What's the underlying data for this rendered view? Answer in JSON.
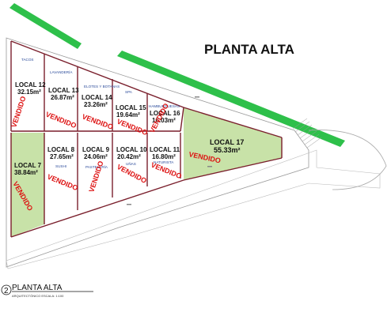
{
  "title": "PLANTA ALTA",
  "sold_label": "VENDIDO",
  "footer": {
    "number": "2",
    "title": "PLANTA ALTA",
    "subtitle": "ARQUITECTÓNICO   ESCALA: 1:100"
  },
  "colors": {
    "green_strip": "#2ec04a",
    "sold_fill": "#c8e2a8",
    "wall": "#7a1f2c",
    "sold_text": "#dd1111"
  },
  "units": [
    {
      "id": "local-12",
      "name": "LOCAL 12",
      "area": "32.15m²",
      "use": "TACOS",
      "sold": true
    },
    {
      "id": "local-13",
      "name": "LOCAL 13",
      "area": "26.87m²",
      "use": "LAVANDERÍA",
      "sold": true
    },
    {
      "id": "local-14",
      "name": "LOCAL 14",
      "area": "23.26m²",
      "use": "ELOTES Y BOTANAS",
      "sold": true
    },
    {
      "id": "local-15",
      "name": "LOCAL 15",
      "area": "19.64m²",
      "use": "SPA",
      "sold": true
    },
    {
      "id": "local-16",
      "name": "LOCAL 16",
      "area": "16.03m²",
      "use": "HAMBURGUESAS",
      "sold": true
    },
    {
      "id": "local-7",
      "name": "LOCAL 7",
      "area": "38.84m²",
      "use": "",
      "sold": true
    },
    {
      "id": "local-8",
      "name": "LOCAL 8",
      "area": "27.65m²",
      "use": "SUSHI",
      "sold": true
    },
    {
      "id": "local-9",
      "name": "LOCAL 9",
      "area": "24.06m²",
      "use": "PASTELERÍA",
      "sold": true
    },
    {
      "id": "local-10",
      "name": "LOCAL 10",
      "area": "20.42m²",
      "use": "UÑAS",
      "sold": true
    },
    {
      "id": "local-11",
      "name": "LOCAL 11",
      "area": "16.80m²",
      "use": "NATURISTA",
      "sold": true
    },
    {
      "id": "local-17",
      "name": "LOCAL 17",
      "area": "55.33m²",
      "use": "",
      "sold": true
    }
  ]
}
